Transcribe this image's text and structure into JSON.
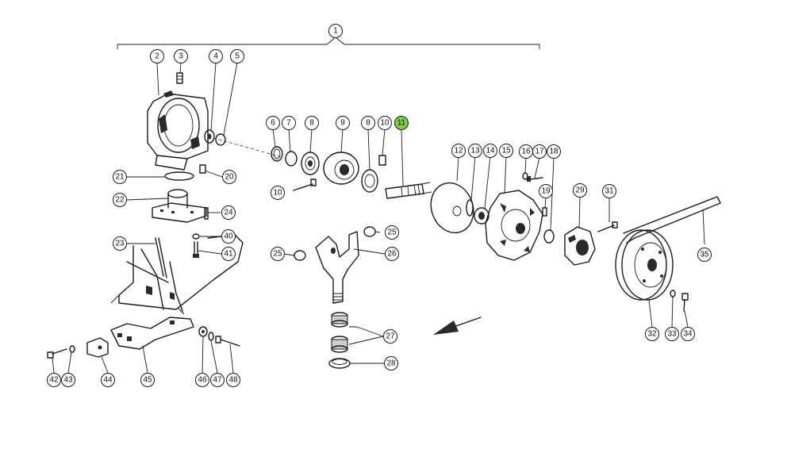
{
  "diagram": {
    "highlight_color": "#7ccd4a",
    "highlighted_callout": "11",
    "callouts": [
      "1",
      "2",
      "3",
      "4",
      "5",
      "6",
      "7",
      "8",
      "9",
      "8",
      "10",
      "11",
      "10",
      "12",
      "13",
      "14",
      "15",
      "16",
      "17",
      "18",
      "19",
      "21",
      "20",
      "22",
      "24",
      "23",
      "40",
      "41",
      "25",
      "25",
      "26",
      "27",
      "28",
      "29",
      "31",
      "35",
      "32",
      "33",
      "34",
      "42",
      "43",
      "44",
      "45",
      "46",
      "47",
      "48"
    ]
  }
}
